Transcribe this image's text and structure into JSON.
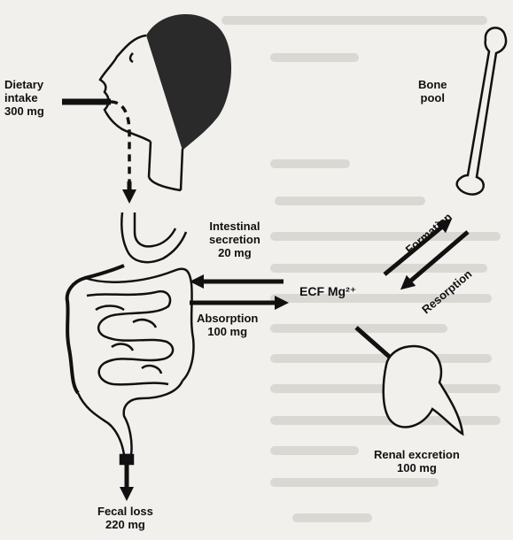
{
  "labels": {
    "dietary_intake": [
      "Dietary",
      "intake",
      "300 mg"
    ],
    "bone_pool": [
      "Bone",
      "pool"
    ],
    "intestinal_secretion": [
      "Intestinal",
      "secretion",
      "20 mg"
    ],
    "absorption": [
      "Absorption",
      "100 mg"
    ],
    "ecf": "ECF Mg²⁺",
    "formation": "Formation",
    "resorption": "Resorption",
    "renal_excretion": [
      "Renal excretion",
      "100 mg"
    ],
    "fecal_loss": [
      "Fecal loss",
      "220 mg"
    ]
  }
}
